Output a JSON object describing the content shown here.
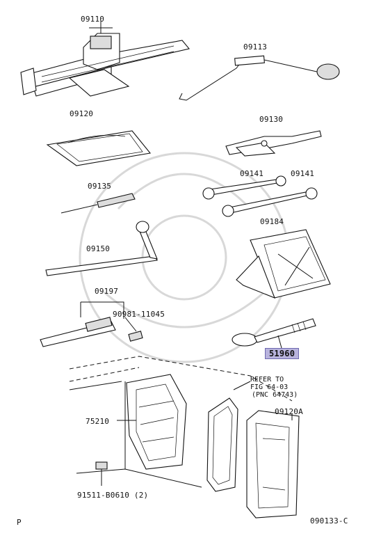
{
  "parts": [
    {
      "id": "jack",
      "number": "09110"
    },
    {
      "id": "jack-handle",
      "number": "09113"
    },
    {
      "id": "tool-bag",
      "number": "09120"
    },
    {
      "id": "pliers",
      "number": "09130"
    },
    {
      "id": "wrench-1",
      "number": "09141"
    },
    {
      "id": "wrench-2",
      "number": "09141"
    },
    {
      "id": "screwdriver",
      "number": "09135"
    },
    {
      "id": "wheel-nut-wrench",
      "number": "09150"
    },
    {
      "id": "stop-plate",
      "number": "09184"
    },
    {
      "id": "screwdriver-set",
      "number": "09197"
    },
    {
      "id": "bit",
      "number": "90981-11045"
    },
    {
      "id": "spare-tire-bolt",
      "number": "51960",
      "highlighted": true
    },
    {
      "id": "tray",
      "number": "75210"
    },
    {
      "id": "bag-case",
      "number": "09120A"
    },
    {
      "id": "screw",
      "number": "91511-B0610 (2)"
    }
  ],
  "reference_note": {
    "line1": "REFER TO",
    "line2": "FIG 64-03",
    "line3": "(PNC 64743)"
  },
  "footer": {
    "left": "P",
    "right": "090133-C"
  }
}
